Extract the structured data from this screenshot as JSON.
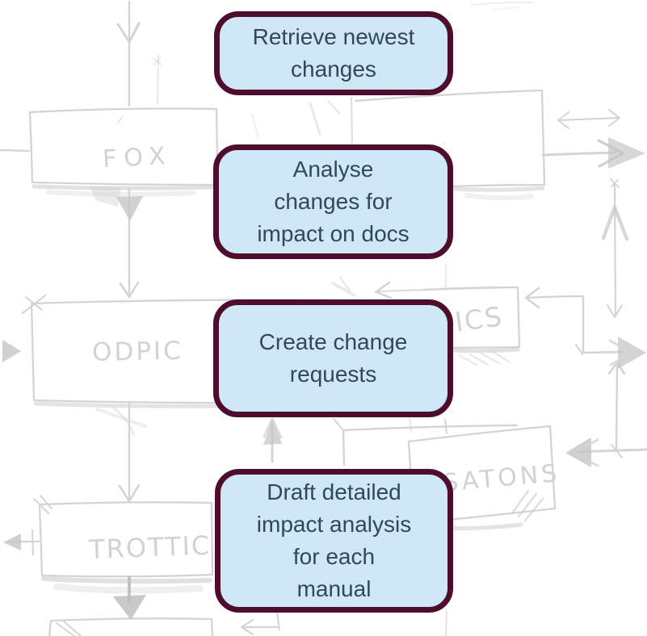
{
  "page": {
    "background": "#ffffff"
  },
  "flow": {
    "box_fill": "#cfe8f7",
    "box_border": "#4e0d2d",
    "text_color": "#33475a",
    "steps": [
      {
        "label": "Retrieve newest\nchanges"
      },
      {
        "label": "Analyse\nchanges for\nimpact on docs"
      },
      {
        "label": "Create change\nrequests"
      },
      {
        "label": "Draft detailed\nimpact analysis\nfor each\nmanual"
      }
    ]
  },
  "sketch": {
    "stroke_color": "#d4d4d4",
    "labels": {
      "fox": "FOX",
      "odpic": "ODPIC",
      "trottic": "TROTTIC",
      "ics": "ICS",
      "satons": "SATONS"
    }
  }
}
